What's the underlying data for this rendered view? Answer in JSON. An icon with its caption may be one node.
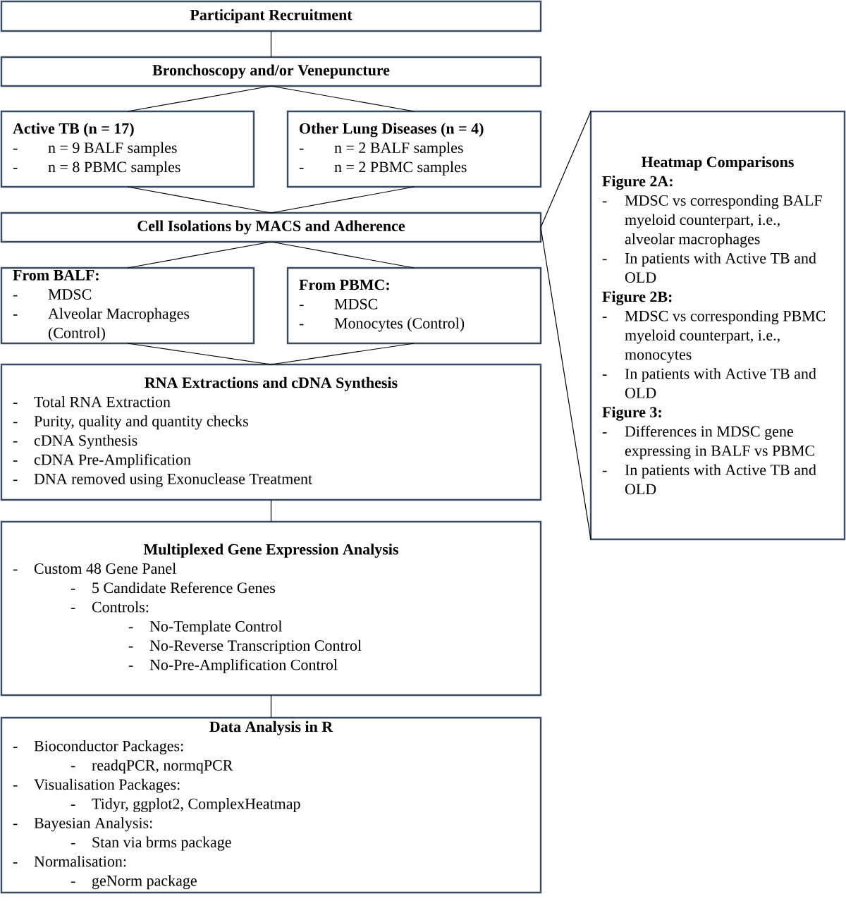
{
  "diagram": {
    "nodes": [
      {
        "text": [
          "Participant Recruitment"
        ]
      },
      {
        "text": [
          "Bronchoscopy and/or Venepuncture"
        ]
      },
      {
        "text": [
          "Active TB (n = 17)",
          "-",
          "n = 9 BALF samples",
          "-",
          "n = 8 PBMC samples"
        ]
      },
      {
        "text": [
          "Other Lung Diseases (n = 4)",
          "-",
          "n = 2 BALF samples",
          "-",
          "n = 2 PBMC samples"
        ]
      },
      {
        "text": [
          "Cell Isolations by MACS and Adherence"
        ]
      },
      {
        "text": [
          "From BALF:",
          "-",
          "MDSC",
          "-",
          "Alveolar Macrophages (Control)"
        ]
      },
      {
        "text": [
          "From PBMC:",
          "-",
          "MDSC",
          "-",
          "Monocytes (Control)"
        ]
      },
      {
        "text": [
          "RNA Extractions and cDNA Synthesis",
          "-",
          "Total RNA Extraction",
          "-",
          "Purity, quality and quantity checks",
          "-",
          "cDNA Synthesis",
          "-",
          "cDNA Pre-Amplification",
          "-",
          "DNA removed using Exonuclease Treatment"
        ]
      },
      {
        "text": [
          "Multiplexed Gene Expression Analysis",
          "-",
          "Custom 48 Gene Panel",
          "-",
          "5 Candidate Reference Genes",
          "-",
          "Controls:",
          "-",
          "No-Template Control",
          "-",
          "No-Reverse Transcription Control",
          "-",
          "No-Pre-Amplification Control"
        ]
      },
      {
        "text": [
          "Data Analysis in R",
          "-",
          "Bioconductor Packages:",
          "-",
          "readqPCR, normqPCR",
          "-",
          "Visualisation Packages:",
          "-",
          "Tidyr, ggplot2, ComplexHeatmap",
          "-",
          "Bayesian Analysis:",
          "-",
          "Stan via brms package",
          "-",
          "Normalisation:",
          "-",
          "geNorm package"
        ]
      },
      {
        "text": [
          "Heatmap Comparisons",
          "Figure 2A:",
          "-",
          "MDSC vs corresponding BALF myeloid counterpart, i.e., alveolar macrophages",
          "-",
          "In patients with Active TB and OLD",
          "Figure 2B:",
          "-",
          "MDSC vs corresponding PBMC myeloid counterpart, i.e., monocytes",
          "-",
          "In patients with Active TB and OLD",
          "Figure 3:",
          "-",
          "Differences in MDSC gene expressing in BALF vs PBMC",
          "-",
          "In patients with Active TB and OLD"
        ]
      }
    ],
    "edges": [
      {
        "from": 0,
        "to": 1,
        "arrow": "none"
      },
      {
        "from": 1,
        "to": 2,
        "arrow": "none"
      },
      {
        "from": 1,
        "to": 3,
        "arrow": "none"
      },
      {
        "from": 2,
        "to": 4,
        "arrow": "none"
      },
      {
        "from": 3,
        "to": 4,
        "arrow": "none"
      },
      {
        "from": 4,
        "to": 5,
        "arrow": "none"
      },
      {
        "from": 4,
        "to": 6,
        "arrow": "none"
      },
      {
        "from": 5,
        "to": 7,
        "arrow": "none"
      },
      {
        "from": 6,
        "to": 7,
        "arrow": "none"
      },
      {
        "from": 7,
        "to": 8,
        "arrow": "none"
      },
      {
        "from": 8,
        "to": 9,
        "arrow": "none"
      },
      {
        "from": 4,
        "to": 10,
        "arrow": "none"
      }
    ]
  }
}
